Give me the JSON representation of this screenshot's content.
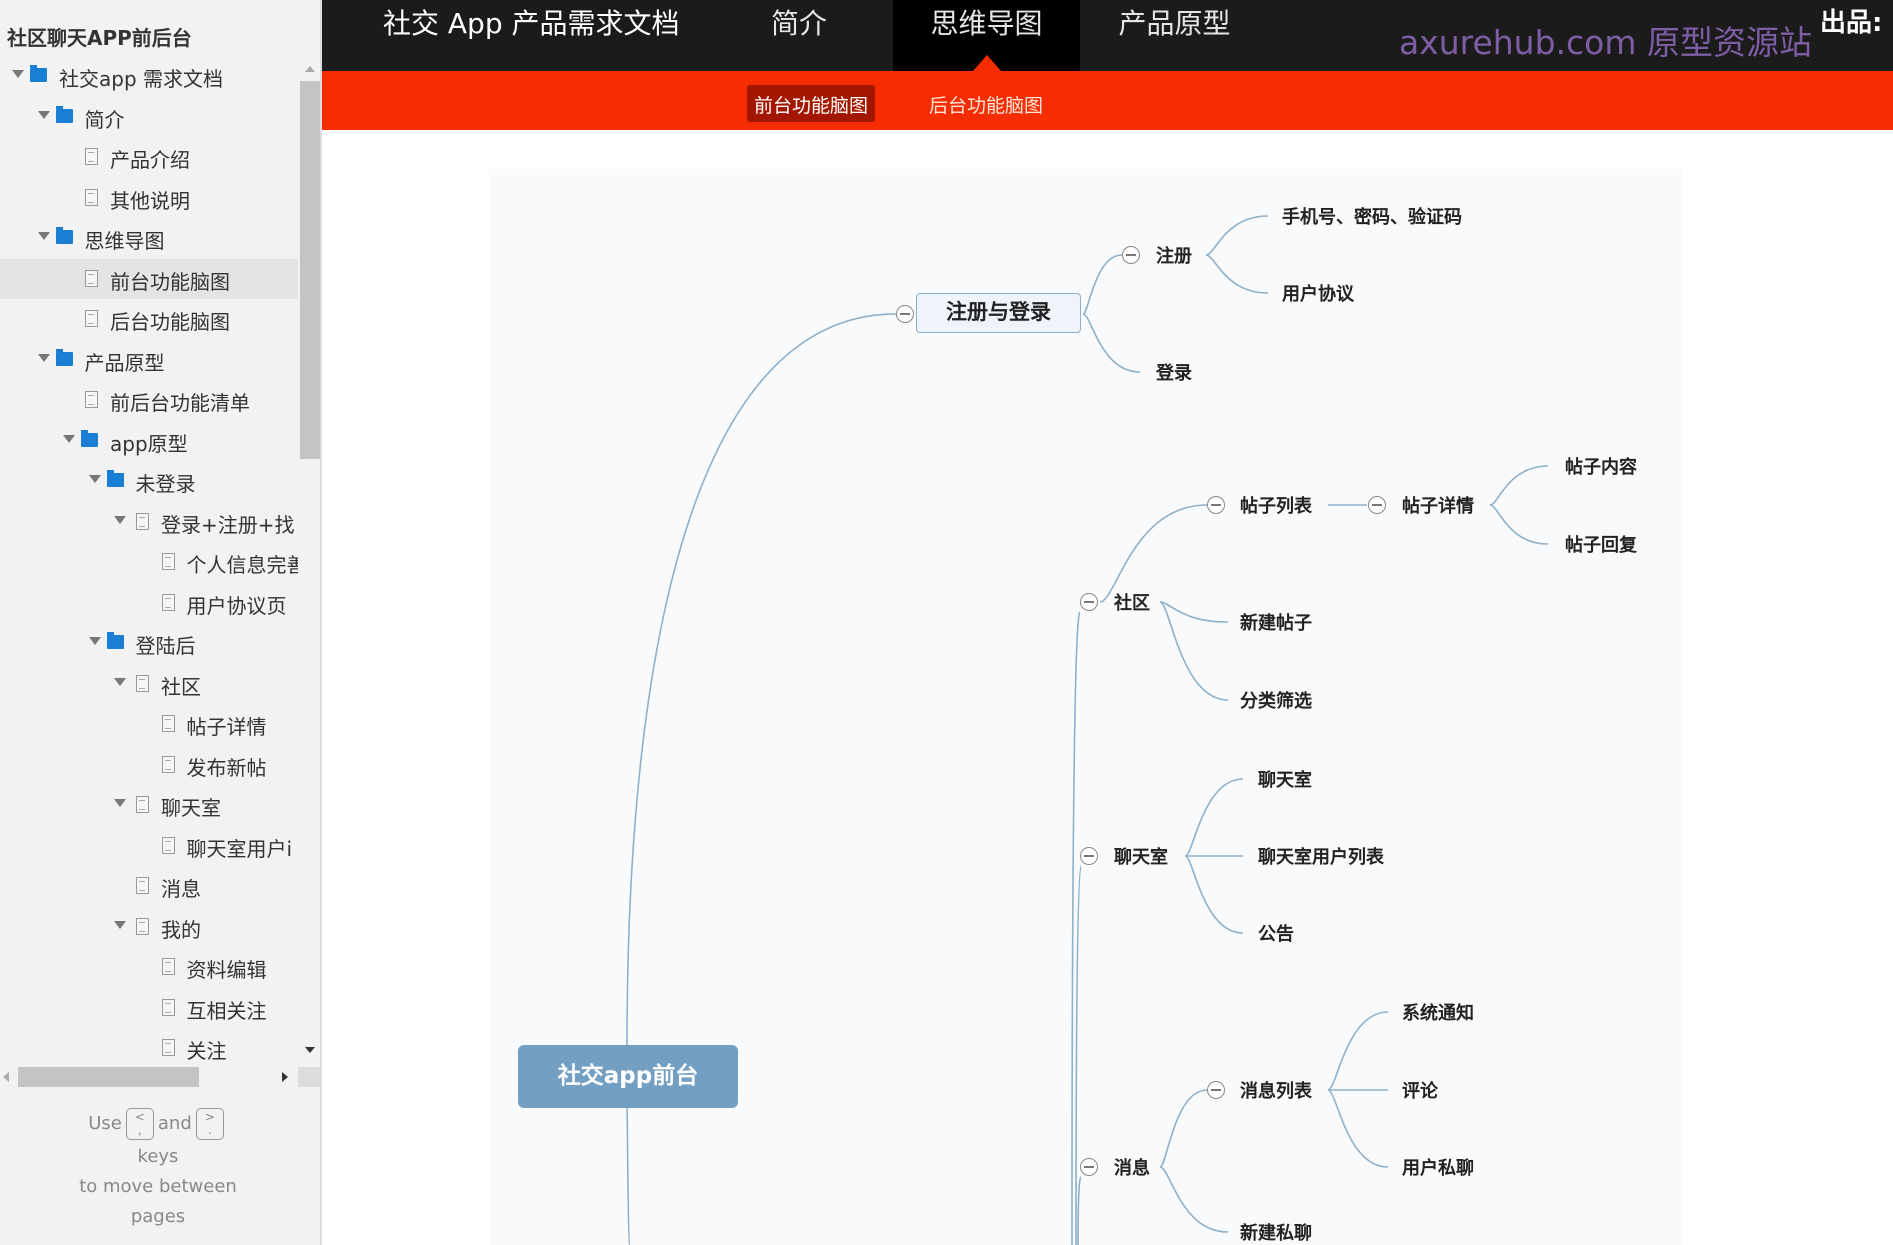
{
  "sidebar": {
    "title": "社区聊天APP前后台",
    "items": [
      {
        "label": "社交app 需求文档",
        "type": "folder",
        "depth": 0,
        "expanded": true
      },
      {
        "label": "简介",
        "type": "folder",
        "depth": 1,
        "expanded": true
      },
      {
        "label": "产品介绍",
        "type": "page",
        "depth": 2
      },
      {
        "label": "其他说明",
        "type": "page",
        "depth": 2
      },
      {
        "label": "思维导图",
        "type": "folder",
        "depth": 1,
        "expanded": true
      },
      {
        "label": "前台功能脑图",
        "type": "page",
        "depth": 2,
        "selected": true
      },
      {
        "label": "后台功能脑图",
        "type": "page",
        "depth": 2
      },
      {
        "label": "产品原型",
        "type": "folder",
        "depth": 1,
        "expanded": true
      },
      {
        "label": "前后台功能清单",
        "type": "page",
        "depth": 2
      },
      {
        "label": "app原型",
        "type": "folder",
        "depth": 2,
        "expanded": true
      },
      {
        "label": "未登录",
        "type": "folder",
        "depth": 3,
        "expanded": true
      },
      {
        "label": "登录+注册+找",
        "type": "page",
        "depth": 4,
        "expanded": true
      },
      {
        "label": "个人信息完善",
        "type": "page",
        "depth": 5
      },
      {
        "label": "用户协议页",
        "type": "page",
        "depth": 5
      },
      {
        "label": "登陆后",
        "type": "folder",
        "depth": 3,
        "expanded": true
      },
      {
        "label": "社区",
        "type": "page",
        "depth": 4,
        "expanded": true
      },
      {
        "label": "帖子详情",
        "type": "page",
        "depth": 5
      },
      {
        "label": "发布新帖",
        "type": "page",
        "depth": 5
      },
      {
        "label": "聊天室",
        "type": "page",
        "depth": 4,
        "expanded": true
      },
      {
        "label": "聊天室用户i",
        "type": "page",
        "depth": 5
      },
      {
        "label": "消息",
        "type": "page",
        "depth": 4
      },
      {
        "label": "我的",
        "type": "page",
        "depth": 4,
        "expanded": true
      },
      {
        "label": "资料编辑",
        "type": "page",
        "depth": 5
      },
      {
        "label": "互相关注",
        "type": "page",
        "depth": 5
      },
      {
        "label": "关注",
        "type": "page",
        "depth": 5
      }
    ],
    "help": {
      "use": "Use",
      "key_prev": "<\n,",
      "and": "and",
      "key_next": ">\n.",
      "keys": "keys",
      "move": "to move between",
      "pages": "pages"
    }
  },
  "header": {
    "title": "社交 App 产品需求文档",
    "tabs": [
      {
        "label": "简介"
      },
      {
        "label": "思维导图",
        "active": true
      },
      {
        "label": "产品原型"
      }
    ],
    "watermark": "axurehub.com 原型资源站",
    "credit": "出品:",
    "sub_tabs": [
      {
        "label": "前台功能脑图",
        "active": true
      },
      {
        "label": "后台功能脑图"
      }
    ]
  },
  "colors": {
    "topbar": "#1b1b1b",
    "accent": "#f52d00",
    "root_node": "#739fc2",
    "folder_icon": "#1a7fd4",
    "watermark": "#7d5ea5"
  },
  "mindmap": {
    "root": "社交app前台",
    "main": "注册与登录",
    "nodes": [
      "注册",
      "手机号、密码、验证码",
      "用户协议",
      "登录",
      "社区",
      "帖子列表",
      "帖子详情",
      "帖子内容",
      "帖子回复",
      "新建帖子",
      "分类筛选",
      "聊天室",
      "聊天室",
      "聊天室用户列表",
      "公告",
      "消息",
      "消息列表",
      "系统通知",
      "评论",
      "用户私聊",
      "新建私聊"
    ]
  }
}
